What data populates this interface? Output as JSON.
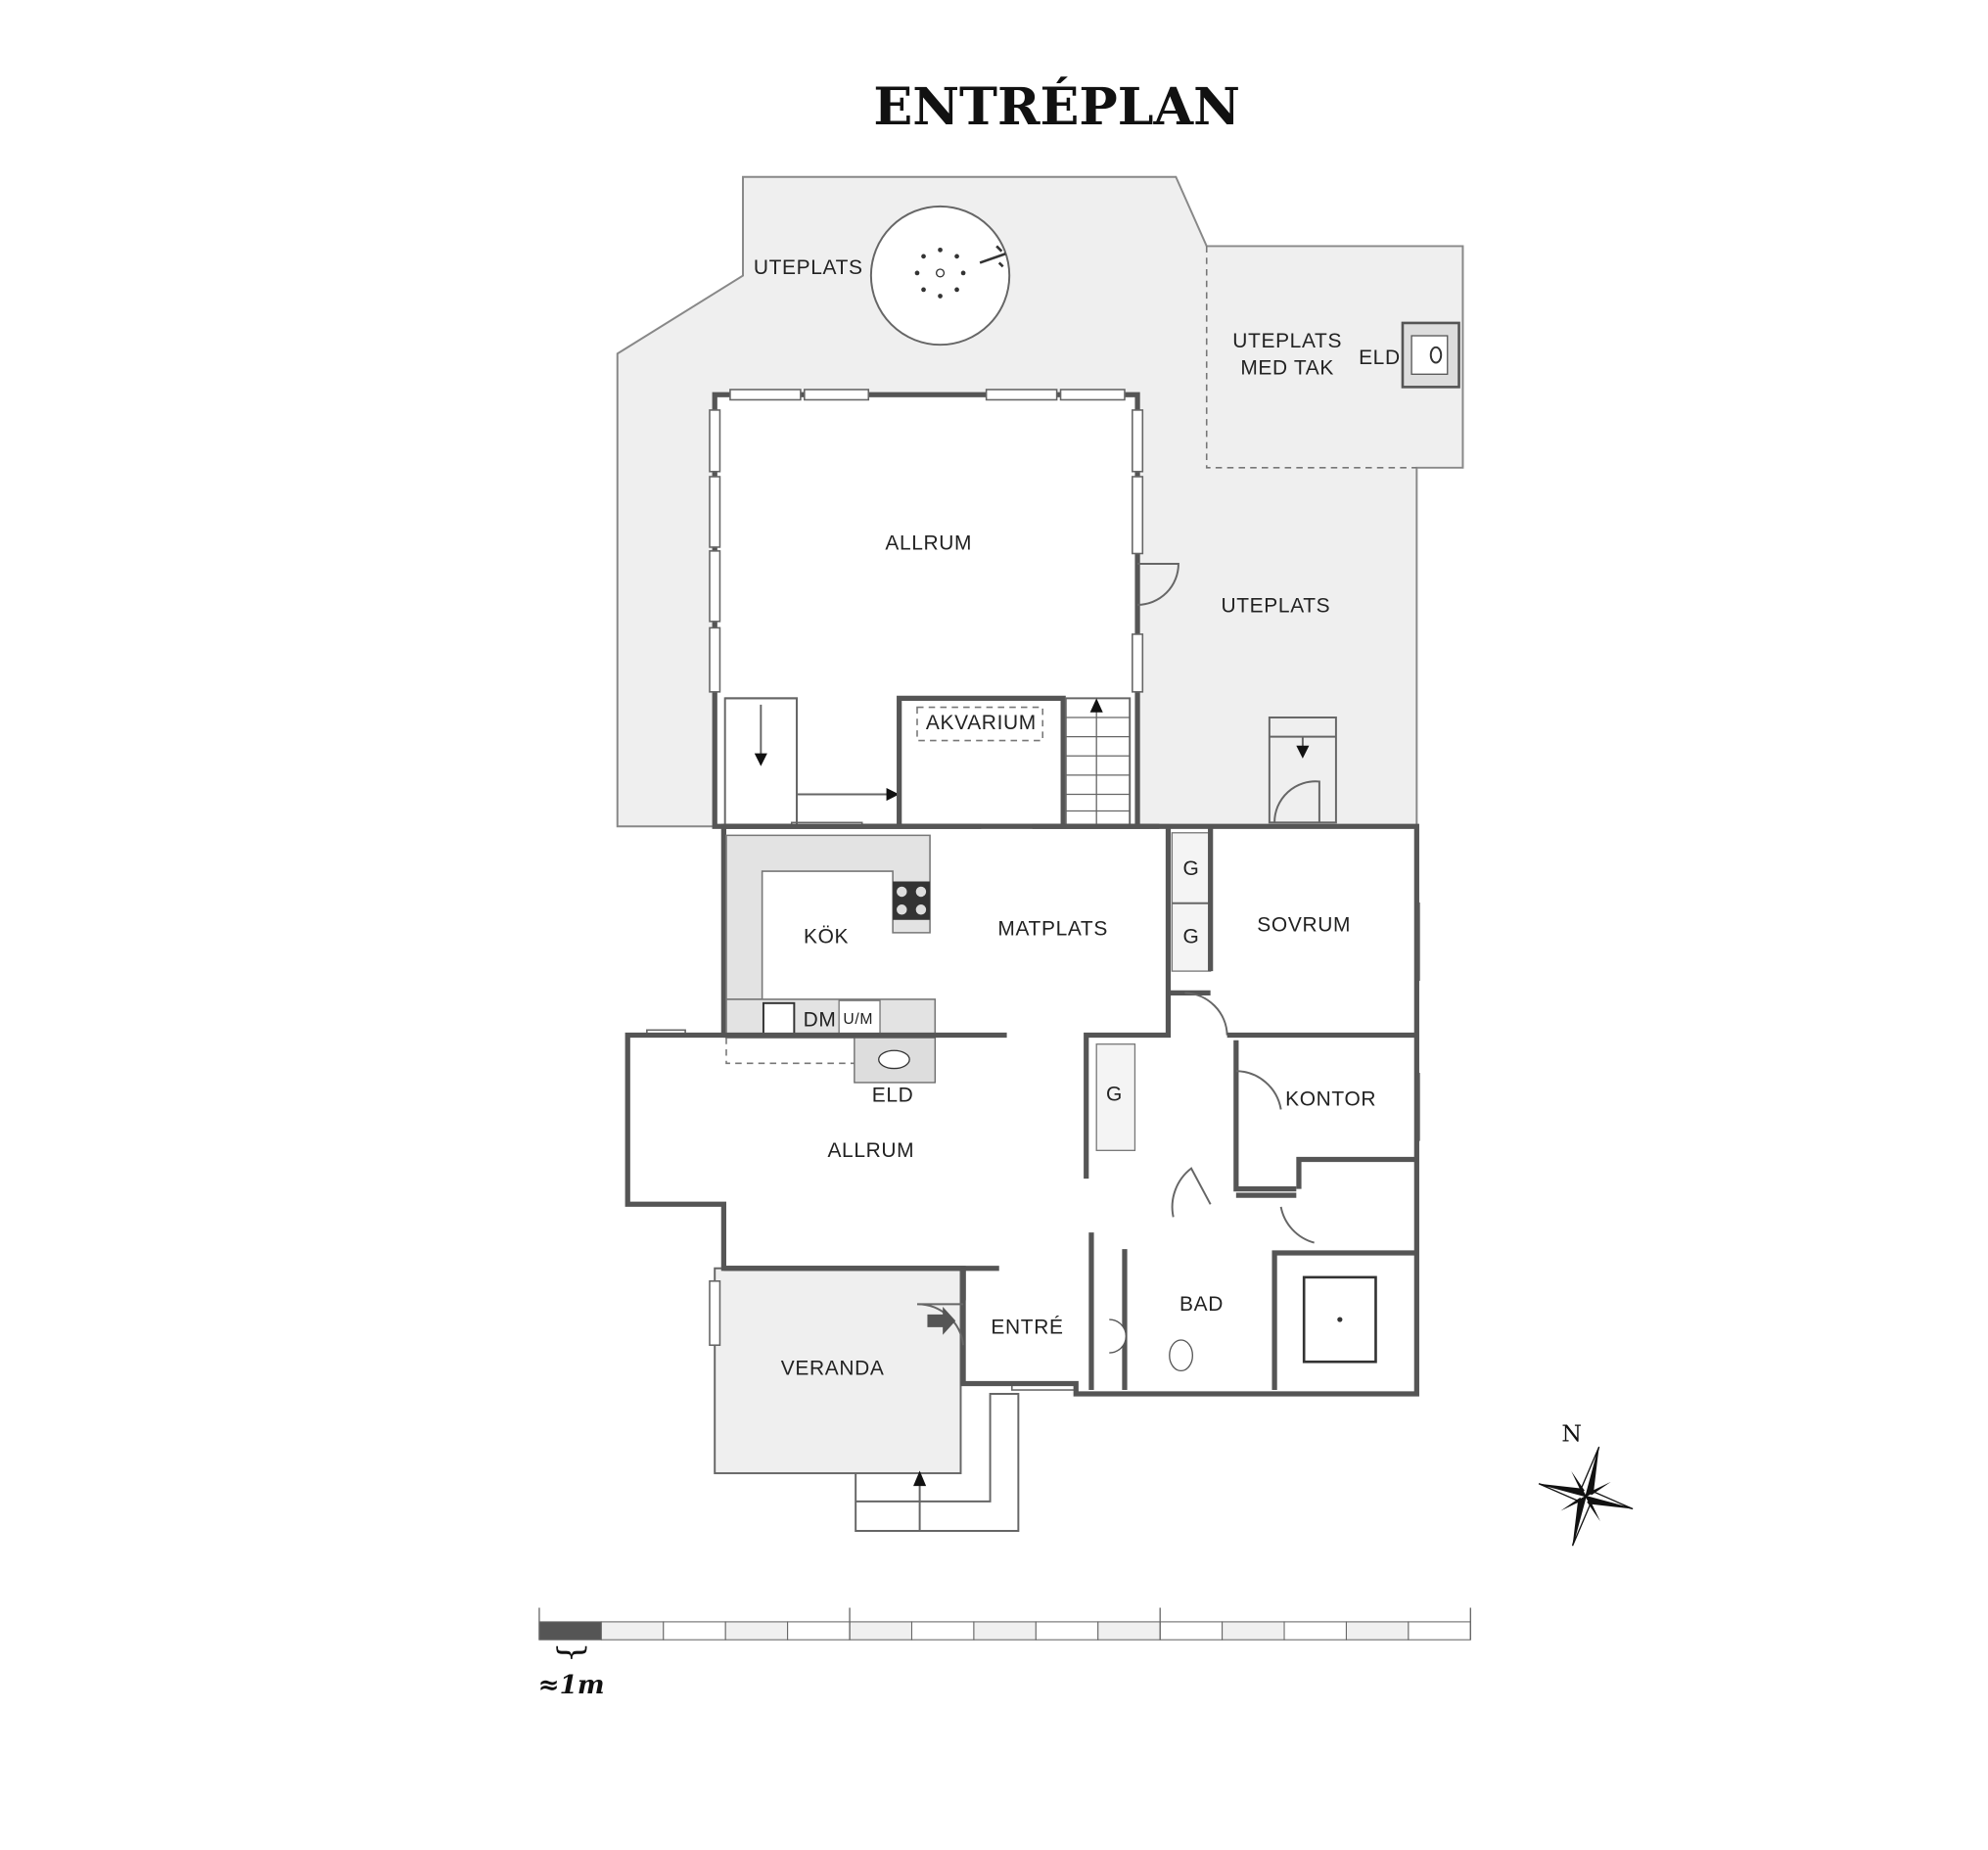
{
  "title": "ENTRÉPLAN",
  "rooms": {
    "uteplats_north": "UTEPLATS",
    "uteplats_med_tak_1": "UTEPLATS",
    "uteplats_med_tak_2": "MED TAK",
    "eld_terrace": "ELD",
    "allrum_upper": "ALLRUM",
    "uteplats_east": "UTEPLATS",
    "akvarium": "AKVARIUM",
    "kok": "KÖK",
    "matplats": "MATPLATS",
    "dm": "DM",
    "um": "U/M",
    "eld_fireplace": "ELD",
    "allrum_lower": "ALLRUM",
    "sovrum": "SOVRUM",
    "g1": "G",
    "g2": "G",
    "g3": "G",
    "kontor": "KONTOR",
    "bad": "BAD",
    "entre": "ENTRÉ",
    "veranda": "VERANDA"
  },
  "compass": {
    "north_label": "N"
  },
  "scale": {
    "label": "≈1m",
    "segments": 15
  },
  "colors": {
    "terrace": "#efefef",
    "wall": "#555555",
    "scale_dark": "#555555"
  }
}
